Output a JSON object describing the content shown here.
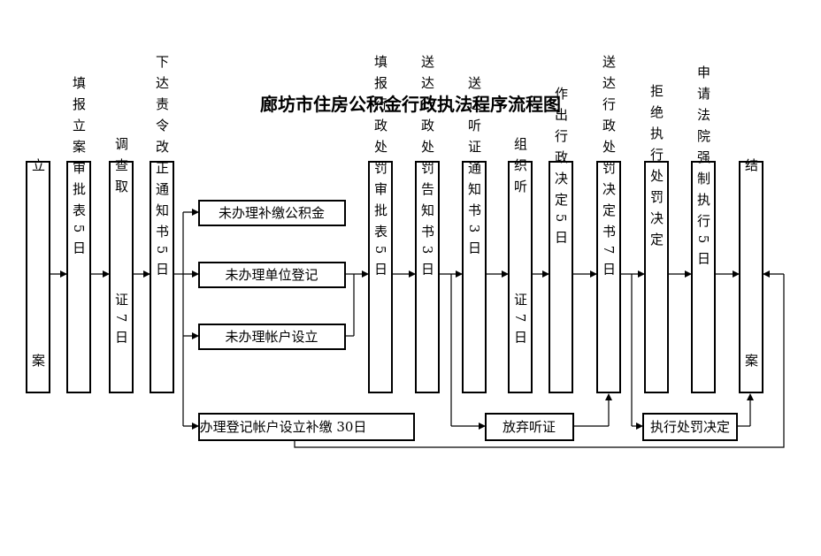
{
  "title": "廊坊市住房公积金行政执法程序流程图",
  "colors": {
    "line": "#000000",
    "background": "#ffffff"
  },
  "steps": [
    {
      "id": "li_an",
      "top": "立",
      "bottom": "案"
    },
    {
      "id": "tian_bao",
      "text": "填报立案审批表5日"
    },
    {
      "id": "diao_cha",
      "top": "调查取",
      "bottom": "证7日"
    },
    {
      "id": "xia_da",
      "text": "下达责令改正通知书5日"
    },
    {
      "id": "tian_bao_chufa",
      "text": "填报行政处罚审批表5日"
    },
    {
      "id": "song_da_gaozhi",
      "text": "送达行政处罚告知书3日"
    },
    {
      "id": "song_da_tingzheng",
      "text": "送达听证通知书3日"
    },
    {
      "id": "zuzhi_tingzheng",
      "top": "组织听",
      "bottom": "证7日"
    },
    {
      "id": "zuochu_jueding",
      "text": "作出行政决定5日"
    },
    {
      "id": "song_da_jueding",
      "text": "送达行政处罚决定书7日"
    },
    {
      "id": "jujue",
      "text": "拒绝执行处罚决定"
    },
    {
      "id": "shenqing",
      "text": "申请法院强制执行5日"
    },
    {
      "id": "jie_an",
      "top": "结",
      "bottom": "案"
    }
  ],
  "branches": [
    "未办理补缴公积金",
    "未办理单位登记",
    "未办理帐户设立"
  ],
  "bottom_boxes": {
    "banli": "办理登记帐户设立补缴 30日",
    "fangqi": "放弃听证",
    "zhixing": "执行处罚决定"
  }
}
